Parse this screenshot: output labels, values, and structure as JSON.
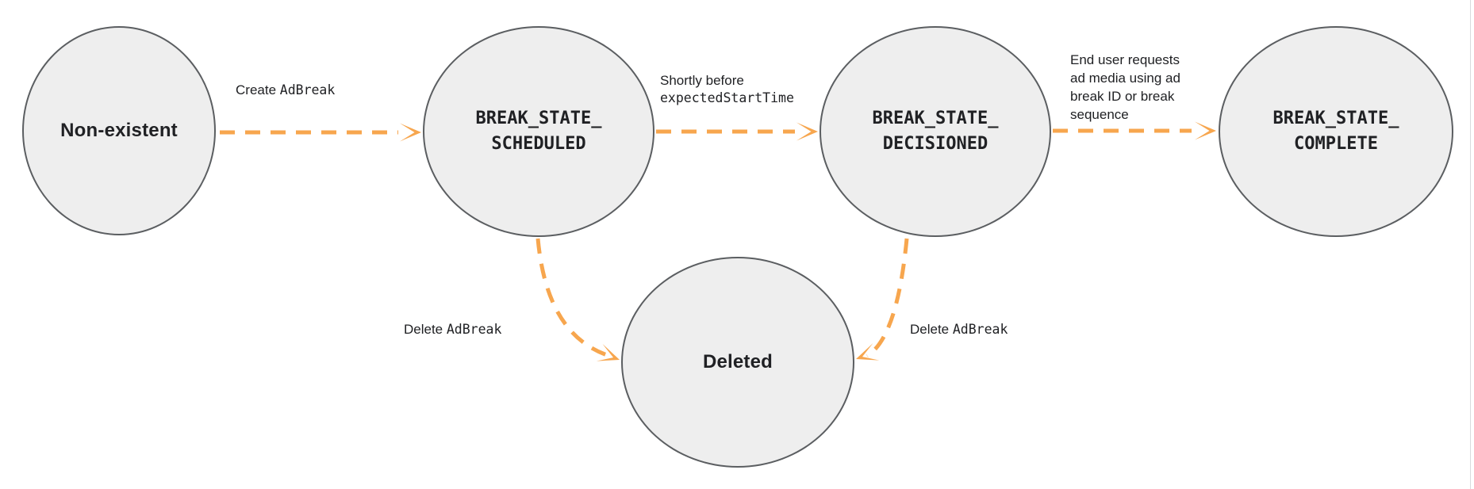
{
  "colors": {
    "accent_orange": "#F7A64E",
    "node_fill": "#EEEEEE",
    "node_border": "#5B5E61",
    "text_color": "#202124",
    "edge_divider": "#D8DADD"
  },
  "nodes": {
    "non_existent": {
      "label": "Non-existent"
    },
    "scheduled": {
      "label": "BREAK_STATE_\nSCHEDULED"
    },
    "decisioned": {
      "label": "BREAK_STATE_\nDECISIONED"
    },
    "complete": {
      "label": "BREAK_STATE_\nCOMPLETE"
    },
    "deleted": {
      "label": "Deleted"
    }
  },
  "edges": {
    "create": {
      "from": "Non-existent",
      "to": "BREAK_STATE_SCHEDULED",
      "plain": "Create",
      "code": "AdBreak"
    },
    "to_decisioned": {
      "from": "BREAK_STATE_SCHEDULED",
      "to": "BREAK_STATE_DECISIONED",
      "plain": "Shortly before",
      "code": "expectedStartTime"
    },
    "to_complete": {
      "from": "BREAK_STATE_DECISIONED",
      "to": "BREAK_STATE_COMPLETE",
      "plain": "End user requests\nad media using ad\nbreak ID or break\nsequence"
    },
    "delete_from_scheduled": {
      "from": "BREAK_STATE_SCHEDULED",
      "to": "Deleted",
      "plain": "Delete",
      "code": "AdBreak"
    },
    "delete_from_decisioned": {
      "from": "BREAK_STATE_DECISIONED",
      "to": "Deleted",
      "plain": "Delete",
      "code": "AdBreak"
    }
  }
}
